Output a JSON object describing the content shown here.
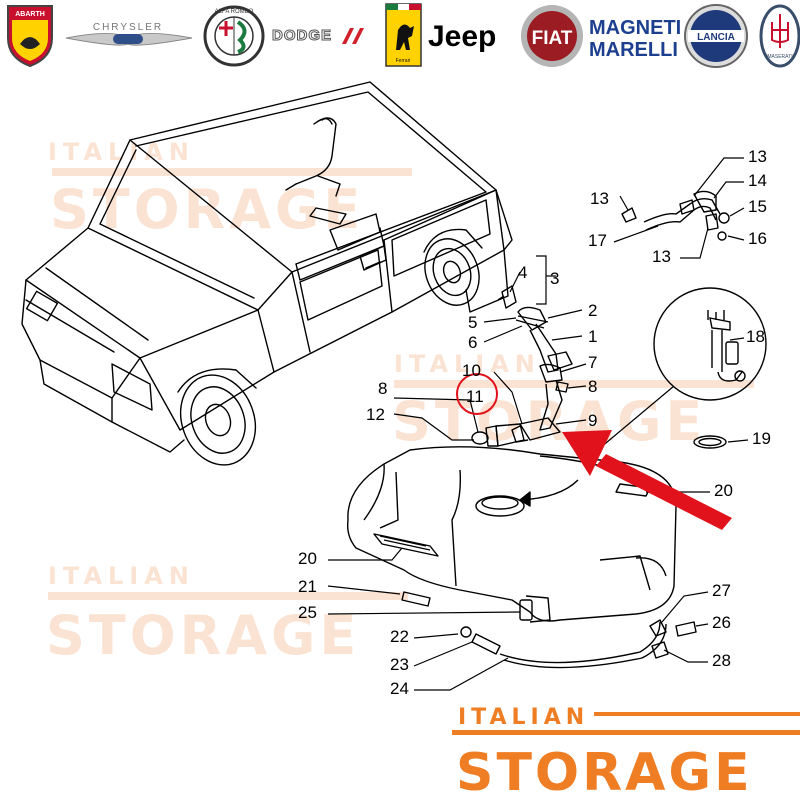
{
  "brands": {
    "abarth": "ABARTH",
    "chrysler": "CHRYSLER",
    "alfa_romeo": "ALFA ROMEO",
    "dodge": "DODGE",
    "ferrari": "Ferrari",
    "jeep": "Jeep",
    "fiat": "FIAT",
    "magneti_marelli_line1": "MAGNETI",
    "magneti_marelli_line2": "MARELLI",
    "lancia": "LANCIA",
    "maserati": "MASERATI"
  },
  "watermark": {
    "line1": "ITALIAN",
    "line2": "STORAGE"
  },
  "footer_logo": {
    "line1": "ITALIAN",
    "line2": "STORAGE"
  },
  "callouts": [
    "1",
    "2",
    "3",
    "4",
    "5",
    "6",
    "7",
    "8",
    "8",
    "9",
    "10",
    "11",
    "12",
    "13",
    "13",
    "13",
    "14",
    "15",
    "16",
    "17",
    "18",
    "19",
    "20",
    "20",
    "21",
    "22",
    "23",
    "24",
    "25",
    "26",
    "27",
    "28"
  ],
  "colors": {
    "watermark": "#fbe3d3",
    "logo_orange": "#ee7d23",
    "arrow_red": "#e1121b",
    "highlight_circle": "#e1121b",
    "line": "#000000"
  }
}
